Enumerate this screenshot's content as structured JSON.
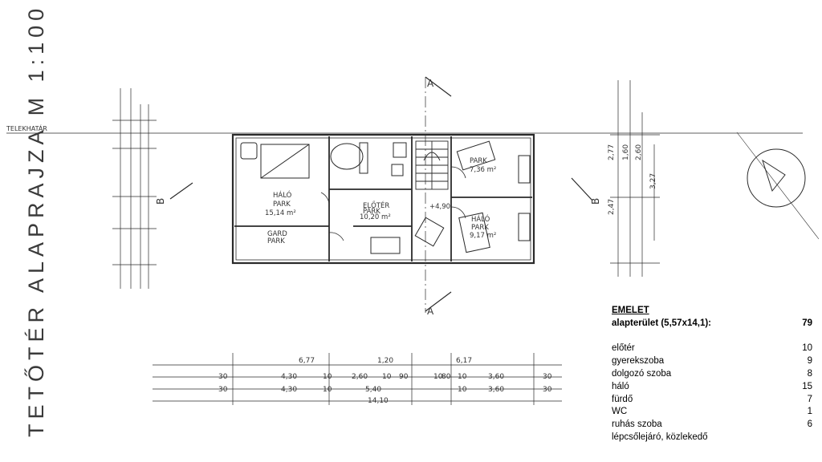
{
  "sheet": {
    "title": "TETŐTÉR  ALAPRAJZA   M 1:100",
    "boundary_label": "TELEKHATÁR",
    "section_a": "A",
    "section_b": "B"
  },
  "rooms": [
    {
      "name": "HÁLÓ",
      "floor": "PARK",
      "area": "15,14 m²"
    },
    {
      "name": "ELŐTÉR",
      "floor": "PARK",
      "area": "10,20 m²"
    },
    {
      "name": "GARD",
      "floor": "PARK",
      "area": ""
    },
    {
      "name": "",
      "floor": "PARK",
      "area": "7,36 m²"
    },
    {
      "name": "HÁLÓ",
      "floor": "PARK",
      "area": "9,17 m²"
    }
  ],
  "level_mark": "+4,90",
  "dims_bottom": {
    "totals": [
      "6,77",
      "1,20",
      "6,17"
    ],
    "row1": [
      "30",
      "4,30",
      "10",
      "2,60",
      "10",
      "90",
      "10",
      "80",
      "10",
      "3,60",
      "30"
    ],
    "row2": [
      "30",
      "4,30",
      "10",
      "5,40",
      "10",
      "3,60",
      "30"
    ],
    "overall": "14,10"
  },
  "dims_right": [
    "2,77",
    "1,60",
    "2,60",
    "2,47",
    "3,27"
  ],
  "table": {
    "header": "EMELET",
    "base_label": "alapterület (5,57x14,1):",
    "base_value": "79",
    "rows": [
      {
        "label": "előtér",
        "value": "10"
      },
      {
        "label": "gyerekszoba",
        "value": "9"
      },
      {
        "label": "dolgozó szoba",
        "value": "8"
      },
      {
        "label": "háló",
        "value": "15"
      },
      {
        "label": "fürdő",
        "value": "7"
      },
      {
        "label": "WC",
        "value": "1"
      },
      {
        "label": "ruhás szoba",
        "value": "6"
      },
      {
        "label": "lépcsőlejáró, közlekedő",
        "value": ""
      }
    ]
  }
}
